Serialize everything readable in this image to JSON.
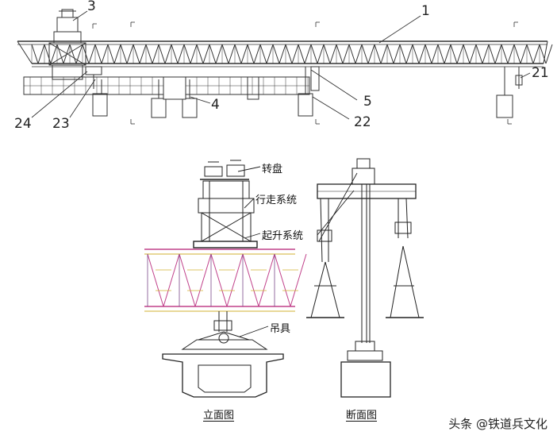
{
  "top_view": {
    "callouts": [
      "1",
      "3",
      "4",
      "5",
      "21",
      "22",
      "23",
      "24"
    ]
  },
  "detail_view": {
    "labels": {
      "turntable": "转盘",
      "travel_system": "行走系统",
      "lifting_system": "起升系统",
      "spreader": "吊具"
    },
    "captions": {
      "elevation": "立面图",
      "section": "断面图"
    }
  },
  "watermark": "头条 @铁道兵文化",
  "colors": {
    "line": "#222222",
    "truss_pink": "#c0408a",
    "truss_yellow": "#d0b030"
  }
}
